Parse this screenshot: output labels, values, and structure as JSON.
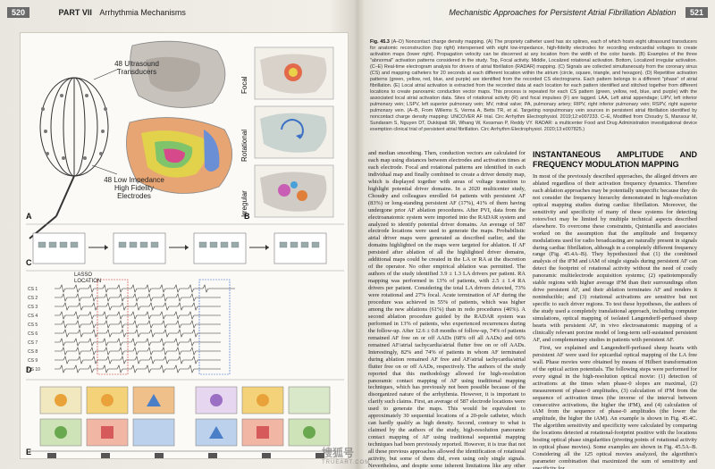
{
  "left_page": {
    "page_number": "520",
    "part": "PART VII",
    "part_title": "Arrhythmia Mechanisms"
  },
  "right_page": {
    "page_number": "521",
    "chapter_title": "Mechanistic Approaches for Persistent Atrial Fibrillation Ablation"
  },
  "figure": {
    "panels": [
      "A",
      "B",
      "C",
      "D",
      "E"
    ],
    "annotations": {
      "transducers": "48 Ultrasound Transducers",
      "electrodes": "48 Low Impedance High Fidelity Electrodes",
      "focal": "Focal",
      "rotational": "Rotational",
      "irregular": "Irregular",
      "lasso": "LASSO LOCATION"
    },
    "lead_labels": [
      "CS 1",
      "CS 2",
      "CS 3",
      "CS 4",
      "CS 5",
      "CS 6",
      "CS 7",
      "CS 8",
      "CS 9",
      "CS 10"
    ]
  },
  "caption": {
    "label": "Fig. 45.3",
    "text": "(A–D) Noncontact charge density mapping. (A) The propriety catheter used has six splines, each of which hosts eight ultrasound transducers for anatomic reconstruction (top right) interspersed with eight low-impedance, high-fidelity electrodes for recording endocardial voltages to create activation maps (lower right). Propagation velocity can be discerned at any location from the width of the color bands. (B) Examples of the three \"abnormal\" activation patterns considered in the study. Top, Focal activity. Middle, Localized rotational activation. Bottom, Localized irregular activation. (C–E) Real-time electrogram analysis for drivers of atrial fibrillation (RADAR) mapping. (C) Signals are collected simultaneously from the coronary sinus (CS) and mapping catheters for 20 seconds at each different location within the atrium (circle, square, triangle, and hexagon). (D) Repetitive activation patterns (green, yellow, red, blue, and purple) are identified from the recorded CS electrograms. Each pattern belongs to a different \"phase\" of atrial fibrillation. (E) Local atrial activation is extracted from the recorded data at each location for each pattern identified and stitched together from different locations to create panoramic conduction vector maps. This process is repeated for each CS pattern (green, yellow, red, blue, and purple) with the associated local atrial activation data. Sites of rotational activity (R) and focal impulses (F) are tagged. LAA, Left atrial appendage; LIPV, left inferior pulmonary vein; LSPV, left superior pulmonary vein; MV, mitral valve; PA, pulmonary artery; RIPV, right inferior pulmonary vein; RSPV, right superior pulmonary vein. (A–B, From Willems S, Verma A, Betts TR, et al. Targeting nonpulmonary vein sources in persistent atrial fibrillation identified by noncontact charge density mapping: UNCOVER AF trial. Circ Arrhythm Electrophysiol. 2019;12:e007233. C–E, Modified from Choudry S, Mansour M, Sundaram S, Nguyen DT, Dukkipati SR, Whang W, Kessman P, Reddy VY. RADAR: a multicenter Food and Drug Administration investigational device exemption clinical trial of persistent atrial fibrillation. Circ Arrhythm Electrophysiol. 2020;13:e007825.)"
  },
  "column_a": [
    "and median smoothing. Then, conduction vectors are calculated for each map using distances between electrodes and activation times at each electrode. Focal and rotational patterns are identified in each individual map and finally combined to create a driver density map, which is displayed together with areas of voltage transition to highlight potential driver domains. In a 2020 multicenter study, Choudry and colleagues enrolled 64 patients with persistent AF (83%) or long-standing persistent AF (17%), 41% of them having undergone prior AF ablation procedures. After PVI, data from the electroanatomic system were imported into the RADAR system and analyzed to identify potential driver domains. An average of 587 electrode locations were used to generate the maps. Probabilistic atrial driver maps were generated as described earlier, and the domains highlighted on the maps were targeted for ablation. If AF persisted after ablation of all the highlighted driver domains, additional maps could be created in the LA or RA at the discretion of the operator. No other empirical ablation was permitted. The authors of the study identified 3.9 ± 1.3 LA drivers per patient. RA mapping was performed in 13% of patients, with 2.5 ± 1.4 RA drivers per patient. Considering the total LA drivers detected, 73% were rotational and 27% focal. Acute termination of AF during the procedure was achieved in 55% of patients, which was higher among the new ablations (61%) than in redo procedures (46%). A second ablation procedure guided by the RADAR system was performed in 13% of patients, who experienced recurrences during the follow-up. After 12.6 ± 0.8 months of follow-up, 74% of patients remained AF free on or off AADs (68% off all AADs) and 66% remained AF/atrial tachycardia/atrial flutter free on or off AADs. Interestingly, 82% and 74% of patients in whom AF terminated during ablation remained AF free and AF/atrial tachycardia/atrial flutter free on or off AADs, respectively. The authors of the study reported that this methodology allowed for high-resolution panoramic contact mapping of AF using traditional mapping techniques, which has previously not been possible because of the disorganized nature of the arrhythmia. However, it is important to clarify such claims. First, an average of 587 electrode locations were used to generate the maps. This would be equivalent to approximately 30 sequential locations of a 20-pole catheter, which can hardly qualify as high density. Second, contrary to what is claimed by the authors of the study, high-resolution panoramic contact mapping of AF using traditional sequential mapping techniques had been previously reported. However, it is true that not all these previous approaches allowed the identification of rotational activity, but some of them did, even using only single signals. Nevertheless, and despite some inherent limitations like any other approach, the reported methodology is interesting and merits further development."
  ],
  "column_b": {
    "heading": "INSTANTANEOUS AMPLITUDE AND FREQUENCY MODULATION MAPPING",
    "paragraphs": [
      "In most of the previously described approaches, the alleged drivers are ablated regardless of their activation frequency dynamics. Therefore each ablation approaches may be potentially unspecific because they do not consider the frequency hierarchy demonstrated in high-resolution optical mapping studies during cardiac fibrillation. Moreover, the sensitivity and specificity of many of these systems for detecting rotors/foci may be limited by multiple technical aspects described elsewhere. To overcome these constraints, Quintanilla and associates worked on the assumption that the amplitude and frequency modulations used for radio broadcasting are naturally present in signals during cardiac fibrillation, although in a completely different frequency range (Fig. 45.4A–B). They hypothesized that (1) the combined analysis of the iFM and iAM of single signals during persistent AF can detect the footprint of rotational activity without the need of costly panoramic multielectrode acquisition systems; (2) spatiotemporally stable regions with higher average iFM than their surroundings often drive persistent AF, and their ablation terminates AF and renders it noninducible; and (3) rotational activations are sensitive but not specific to such driver regions. To test these hypotheses, the authors of the study used a completely translational approach, including computer simulations, optical mapping of isolated Langendorff-perfused sheep hearts with persistent AF, in vivo electroanatomic mapping of a clinically relevant porcine model of long-term self-sustained persistent AF, and complementary studies in patients with persistent AF.",
      "First, we explained and Langendorff-perfused sheep hearts with persistent AF were used for epicardial optical mapping of the LA free wall. Phase movies were obtained by means of Hilbert transformation of the optical action potentials. The following steps were performed for every signal in the high-resolution optical movie: (1) detection of activations at the times when phase-0 slopes are maximal, (2) measurement of phase-0 amplitudes, (3) calculation of iFM from the sequence of activation times (the inverse of the interval between consecutive activations, the higher the iFM), and (4) calculation of iAM from the sequence of phase-0 amplitudes (the lower the amplitude, the higher the iAM). An example is shown in Fig. 45.4C. The algorithm sensitivity and specificity were calculated by comparing the locations detected at rotational-footprint positive with the locations hosting optical phase singularities (pivoting points of rotational activity in optical phase movies). Some examples are shown in Fig. 45.5A–B. Considering all the 125 optical movies analyzed, the algorithm's parameter combination that maximized the sum of sensitivity and specificity for"
    ]
  },
  "watermark": {
    "brand": "搜狐号",
    "sub": "TRUEART.COM"
  }
}
